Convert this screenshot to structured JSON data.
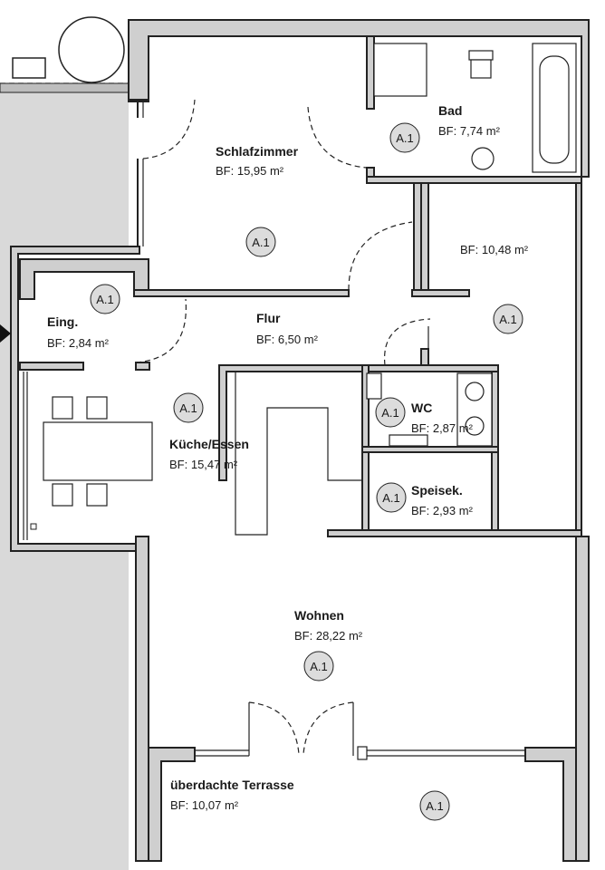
{
  "rooms": {
    "schlafzimmer": {
      "name": "Schlafzimmer",
      "area": "BF:   15,95 m²"
    },
    "bad": {
      "name": "Bad",
      "area": "BF: 7,74 m²"
    },
    "room_right": {
      "area": "BF: 10,48 m²"
    },
    "eingang": {
      "name": "Eing.",
      "area": "BF: 2,84 m²"
    },
    "flur": {
      "name": "Flur",
      "area": "BF: 6,50 m²"
    },
    "wc": {
      "name": "WC",
      "area": "BF: 2,87 m²"
    },
    "kueche": {
      "name": "Küche/Essen",
      "area": "BF:   15,47 m²"
    },
    "speisek": {
      "name": "Speisek.",
      "area": "BF: 2,93 m²"
    },
    "wohnen": {
      "name": "Wohnen",
      "area": "BF: 28,22 m²"
    },
    "terrasse": {
      "name": "überdachte Terrasse",
      "area": "BF:   10,07 m²"
    }
  },
  "marker_label": "A.1",
  "colors": {
    "wall_fill": "#cfcfcf",
    "outside_fill": "#d9d9d9",
    "marker_fill": "#dcdcdc",
    "line": "#222222"
  }
}
